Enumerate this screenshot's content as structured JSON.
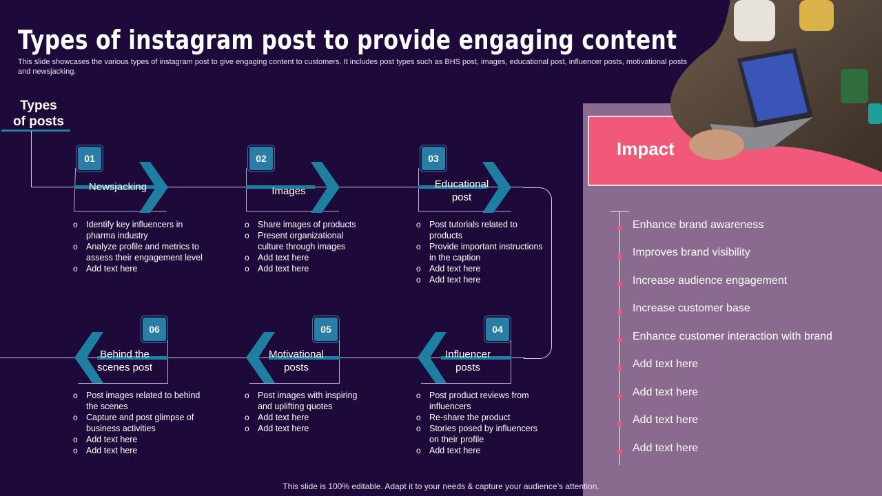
{
  "slide": {
    "title": "Types of instagram post to provide engaging content",
    "subtitle": "This slide showcases the various types of instagram post to give engaging content to customers. It includes post types such as BHS post, images, educational post, influencer posts, motivational posts and newsjacking.",
    "types_label_line1": "Types",
    "types_label_line2": "of posts",
    "footer": "This slide is 100% editable. Adapt it to your needs & capture your audience’s attention."
  },
  "steps": [
    {
      "number": "01",
      "label_line1": "Newsjacking",
      "label_line2": "",
      "bullets": [
        "Identify key influencers in pharma industry",
        "Analyze profile and metrics to assess their engagement level",
        "Add text here"
      ]
    },
    {
      "number": "02",
      "label_line1": "Images",
      "label_line2": "",
      "bullets": [
        "Share images of products",
        "Present organizational culture through images",
        "Add text here",
        "Add text here"
      ]
    },
    {
      "number": "03",
      "label_line1": "Educational",
      "label_line2": "post",
      "bullets": [
        "Post tutorials related to products",
        "Provide important instructions in the caption",
        "Add text here",
        "Add text here"
      ]
    },
    {
      "number": "04",
      "label_line1": "Influencer",
      "label_line2": "posts",
      "bullets": [
        "Post product reviews from influencers",
        "Re-share the product",
        "Stories posed by influencers on their profile",
        "Add text here"
      ]
    },
    {
      "number": "05",
      "label_line1": "Motivational",
      "label_line2": "posts",
      "bullets": [
        "Post images with inspiring and uplifting quotes",
        "Add text here",
        "Add text here"
      ]
    },
    {
      "number": "06",
      "label_line1": "Behind the",
      "label_line2": "scenes post",
      "bullets": [
        "Post images related to behind the scenes",
        "Capture and post glimpse of business activities",
        "Add text here",
        "Add text here"
      ]
    }
  ],
  "impact": {
    "title": "Impact",
    "items": [
      "Enhance brand awareness",
      "Improves brand visibility",
      "Increase audience engagement",
      "Increase customer base",
      "Enhance customer interaction with brand",
      "Add text here",
      "Add text here",
      "Add text here",
      "Add text here"
    ]
  },
  "colors": {
    "background": "#1e0a3a",
    "accent_teal": "#1f7fa3",
    "accent_pink": "#f0597a",
    "panel": "#8a6a8f"
  }
}
